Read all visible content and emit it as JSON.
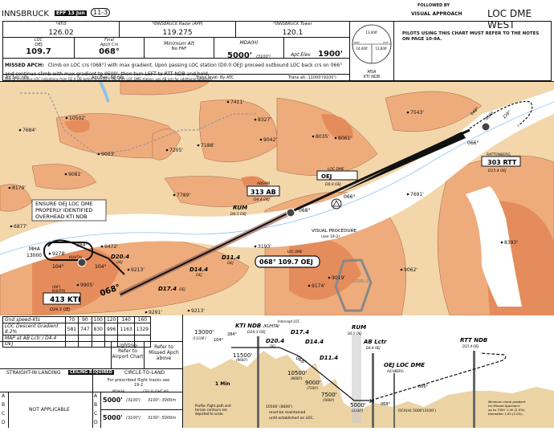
{
  "header": {
    "airport": "INNSBRUCK",
    "date_badge": "EFF 13 Jun",
    "chart_index": "11-3",
    "subtitle": "VISUAL APPROACH",
    "subtitle_prefix": "FOLLOWED BY",
    "procedure": "LOC DME WEST"
  },
  "comms": [
    {
      "label": "*ATIS",
      "freq": "126.02"
    },
    {
      "label": "*INNSBRUCK Radar (APP)",
      "freq": "119.275"
    },
    {
      "label": "*INNSBRUCK Tower",
      "freq": "120.1"
    }
  ],
  "briefing": {
    "loc_label": "LOC",
    "loc_ident": "OEJ",
    "loc_freq": "109.7",
    "crs_label1": "Final",
    "crs_label2": "Apch Crs",
    "crs": "068°",
    "min_alt_label": "Minimum Alt",
    "min_alt": "No FAF",
    "mda_label": "MDA(H)",
    "mda": "5000'",
    "mda_h": "(3100')",
    "apt_elev_label": "Apt Elev",
    "apt_elev": "1900'"
  },
  "missed": {
    "label": "MISSED APCH:",
    "text": "Climb on LOC crs (068°) with max gradient. Upon passing LOC station (D0.0 OEJ) proceed outbound LOC back crs on 066° and continue climb with max gradient to 9500', then turn LEFT to RTT NDB and hold.",
    "note": "Due to erroneous LOC indications from D2.0 OEJ before until D2.0 OEJ after LOC DME station, use AB Lctr for additional guidance."
  },
  "altrow": {
    "alt_set": "Alt Set: hPa",
    "apt_elev": "Apt Elev: 68 hPa",
    "trans_level": "Trans level: By ATC",
    "trans_alt": "Trans alt: 11000'(9100')"
  },
  "msa": {
    "top": "13,000'",
    "left": "14,400'",
    "right": "13,600'",
    "brg_l": "090°",
    "brg_r": "270°",
    "label": "MSA",
    "fix": "KTI NDB"
  },
  "notes": "PILOTS USING THIS CHART MUST REFER TO THE NOTES ON PAGE 10-9A.",
  "map": {
    "elevations": [
      "10502'",
      "7684'",
      "9003'",
      "7205'",
      "7188'",
      "7411'",
      "8327'",
      "9042'",
      "9081'",
      "8179'",
      "7789'",
      "6877'",
      "9472'",
      "9278'",
      "9213'",
      "9905'",
      "9291'",
      "9213'",
      "7543'",
      "8035'",
      "8061'",
      "7691'",
      "8393'",
      "9062'",
      "9019'",
      "9174'",
      "3193'"
    ],
    "ensure_box": [
      "ENSURE OEJ LOC DME",
      "PROPERLY IDENTIFIED",
      "OVERHEAD KTI NDB"
    ],
    "mha": "MHA",
    "mha_alt": "13000",
    "kti": {
      "iaf": "(IAF)",
      "name": "KUHTAI",
      "freq": "413 KTI",
      "dist": "D24.3 OEJ"
    },
    "absam": {
      "name": "ABSAM",
      "freq": "313 AB",
      "dist": "D4.4 OEJ"
    },
    "rum": {
      "name": "RUM",
      "dist": "D6.5 OEJ"
    },
    "locdme": {
      "name": "LOC DME",
      "ident": "OEJ",
      "dist": "D0.0 OEJ"
    },
    "loc_box": "068° 109.7 OEJ",
    "loc_box_label": "LOC DME",
    "rtt": {
      "name": "RATTENBERG",
      "freq": "303 RTT",
      "dist": "D15.4 OEJ"
    },
    "fixes": [
      {
        "name": "D20.4",
        "sub": "OEJ"
      },
      {
        "name": "D17.4",
        "sub": "OEJ"
      },
      {
        "name": "D14.4",
        "sub": "OEJ"
      },
      {
        "name": "D11.4",
        "sub": "OEJ"
      }
    ],
    "courses": {
      "final": "068°",
      "c068": "068°",
      "c066": "066°",
      "c066b": "066°",
      "hold_in": "048°",
      "hold_out": "228°",
      "hold_alt": "9500",
      "c284": "284°",
      "c104": "104°",
      "c104b": "104°"
    },
    "visual": "VISUAL PROCEDURE",
    "visual_see": "(see 19-2)",
    "restricted": "LO(R)-2",
    "kuhtai_wp": "KUHTAI"
  },
  "table": {
    "gs_label": "Gnd speed-Kts",
    "speeds": [
      "70",
      "90",
      "100",
      "120",
      "140",
      "160"
    ],
    "grad_label": "LOC Descent Gradient",
    "grad": "8.2%",
    "rates": [
      "581",
      "747",
      "830",
      "996",
      "1163",
      "1329"
    ],
    "map_label": "MAP at AB Lctr / D4.4 OEJ",
    "lighting": "Lighting- Refer to Airport Chart",
    "refer": "Refer to Missed Apch above",
    "straight": "STRAIGHT-IN LANDING",
    "ceiling": "CEILING REQUIRED",
    "circle": "CIRCLE-TO-LAND",
    "tracks": "For prescribed flight tracks see 19-2",
    "mda_h": "MDA(H)",
    "ceil_vis": "CEIL-FLIGHT VIS",
    "cats": [
      "A",
      "B",
      "C",
      "D"
    ],
    "na": "NOT APPLICABLE",
    "ab_mda": "5000'",
    "ab_h": "(3100')",
    "ab_vis": "3100'- 3000m",
    "cd_mda": "5000'",
    "cd_h": "(3100')",
    "cd_vis": "3100'- 5000m"
  },
  "profile": {
    "kti": "KTI NDB",
    "kuhtai": "/KUHTAI",
    "kti_d": "D24.3 OEJ",
    "intercept": "Intercept LOC",
    "a13000": "13000'",
    "a11100": "(11100')",
    "c284": "284°",
    "c104": "104°",
    "a11500": "11500'",
    "a9600": "(9600')",
    "d20": "D20.4",
    "d17": "D17.4",
    "d14": "D14.4",
    "d11": "D11.4",
    "oej": "OEJ",
    "c068": "068°",
    "a10500": "10500'",
    "a8600": "(8600')",
    "a9000": "9000'",
    "a7100": "(7100')",
    "a7500": "7500'",
    "a5600": "(5600')",
    "rum": "RUM",
    "rum_d": "D6.5 OEJ",
    "ab": "AB Lctr",
    "ab_d": "D4.4 OEJ",
    "locdme": "OEJ LOC DME",
    "aichberg": "AICHBERG",
    "a5000": "5000'",
    "a3100": "(3100')",
    "m": "M",
    "c068b": "068°",
    "c066": "066°",
    "oca": "OCA(H) 5000'(3100')",
    "rtt": "RTT NDB",
    "rtt_d": "D15.4 OEJ",
    "one_min": "1 Min",
    "note_profile": [
      "Profile: flight path and",
      "terrain contours are",
      "depicted to scale."
    ],
    "note_10500": [
      "10500' (8600')",
      "must be maintained",
      "until established on LOC."
    ],
    "climb": [
      "Minimum climb gradient",
      "for Missed Approach:",
      "up to 7000' 1:40 (2.5%),",
      "thereafter 1:50 (2.0%)."
    ]
  },
  "colors": {
    "terrain_low": "#f3d6aa",
    "terrain_mid": "#eeac7c",
    "terrain_high": "#e58c5c",
    "valley": "#ffffff",
    "water": "#8ec3ea",
    "profile_terrain": "#ecd3a4"
  }
}
